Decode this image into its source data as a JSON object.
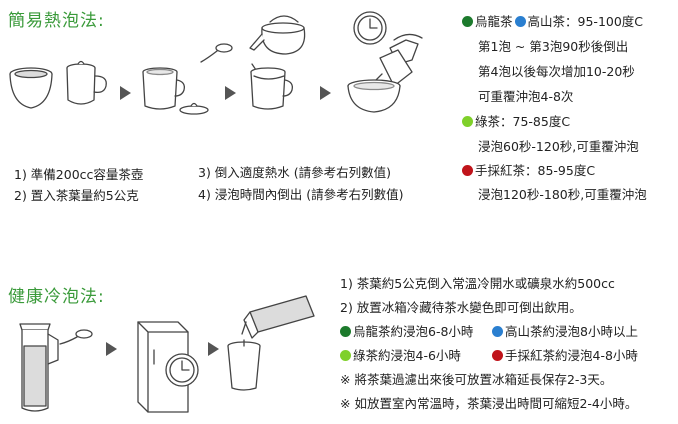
{
  "hot": {
    "title": "簡易熱泡法:",
    "steps": [
      "1) 準備200cc容量茶壺",
      "2) 置入茶葉量約5公克",
      "3) 倒入適度熱水 (請參考右列數值)",
      "4) 浸泡時間內倒出 (請參考右列數值)"
    ],
    "oolong_label_a": "烏龍茶",
    "oolong_label_b": "高山茶",
    "oolong_temp": "：95-100度C",
    "oolong_lines": [
      "第1泡 ~ 第3泡90秒後倒出",
      "第4泡以後每次增加10-20秒",
      "可重覆沖泡4-8次"
    ],
    "green_label": "綠茶",
    "green_temp": "：75-85度C",
    "green_line": "浸泡60秒-120秒,可重覆沖泡",
    "black_label": "手採紅茶",
    "black_temp": "：85-95度C",
    "black_line": "浸泡120秒-180秒,可重覆沖泡"
  },
  "cold": {
    "title": "健康冷泡法:",
    "line1": "1) 茶葉約5公克倒入常溫冷開水或礦泉水約500cc",
    "line2": "2) 放置冰箱冷藏待茶水變色即可倒出飲用。",
    "oolong": "烏龍茶約浸泡6-8小時",
    "alpine": "高山茶約浸泡8小時以上",
    "green": "綠茶約浸泡4-6小時",
    "black": "手採紅茶約浸泡4-8小時",
    "note1": "※ 將茶葉過濾出來後可放置冰箱延長保存2-3天。",
    "note2": "※ 如放置室內常溫時，茶葉浸出時間可縮短2-4小時。"
  },
  "colors": {
    "title": "#3a9a3a",
    "oolong": "#1c7a2c",
    "alpine": "#2a7fd0",
    "green": "#7fd02a",
    "black": "#c0141b"
  },
  "icons": [
    "bowl-icon",
    "teapot-icon",
    "cup-icon",
    "lid-icon",
    "spoon-icon",
    "kettle-icon",
    "clock-icon",
    "pitcher-icon",
    "fridge-icon",
    "glass-icon",
    "arrow-icon"
  ]
}
